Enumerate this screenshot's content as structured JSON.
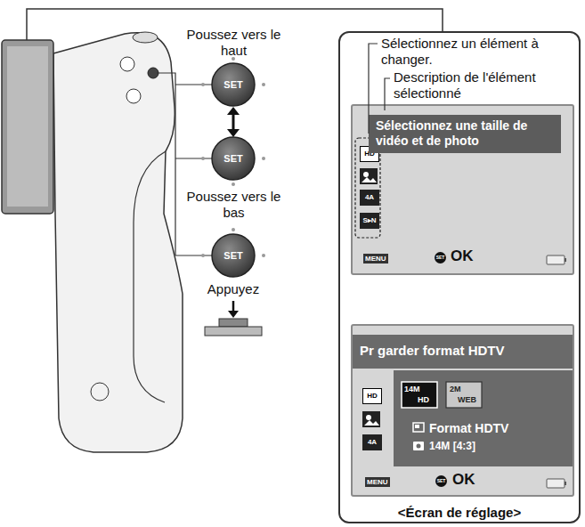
{
  "diagram": {
    "nodes": [
      {
        "text": [
          "<Écran de réglage>"
        ]
      },
      {
        "text": [
          "HD",
          "4A",
          "S▸N",
          "MENU",
          "SET",
          "OK"
        ],
        "in": 0
      },
      {
        "text": [
          "Sélectionnez une taille de vidéo et de photo"
        ],
        "in": 1
      },
      {
        "text": [
          "HD",
          "4A",
          "MENU",
          "SET",
          "OK"
        ],
        "in": 0
      },
      {
        "text": [
          "Pr garder format HDTV"
        ],
        "in": 3
      },
      {
        "text": [
          "14M",
          "HD",
          "2M",
          "WEB",
          "Format HDTV",
          "14M [4:3]"
        ],
        "in": 3
      }
    ],
    "edges": [
      {
        "from": 1,
        "to": 3,
        "arrow": "to"
      }
    ],
    "labels": [
      "Sélectionnez un élément à changer.",
      "Description de l'élément sélectionné",
      "Poussez vers le haut",
      "SET",
      "Poussez vers le bas",
      "SET",
      "SET",
      "Appuyez"
    ]
  }
}
